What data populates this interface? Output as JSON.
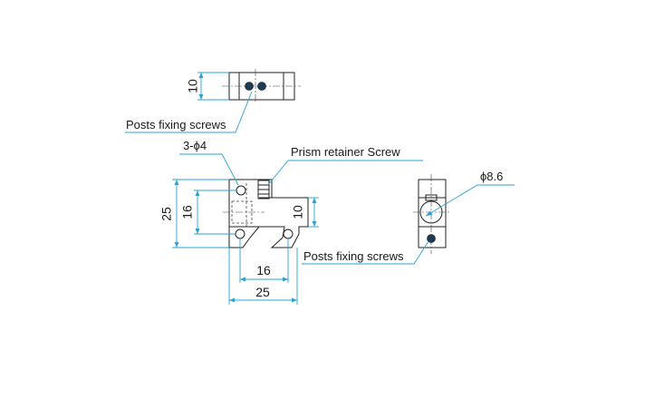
{
  "labels": {
    "posts_fixing_top": "Posts fixing screws",
    "holes": "3-ϕ4",
    "prism_retainer": "Prism retainer Screw",
    "posts_fixing_side": "Posts fixing screws",
    "diameter": "ϕ8.6"
  },
  "dimensions": {
    "top_height": "10",
    "front_height_outer": "25",
    "front_height_inner": "16",
    "front_height_right": "10",
    "front_width_inner": "16",
    "front_width_outer": "25"
  },
  "colors": {
    "dimension_line": "#2aa3d4",
    "part_line": "#222222",
    "screw": "#1d3b56"
  }
}
